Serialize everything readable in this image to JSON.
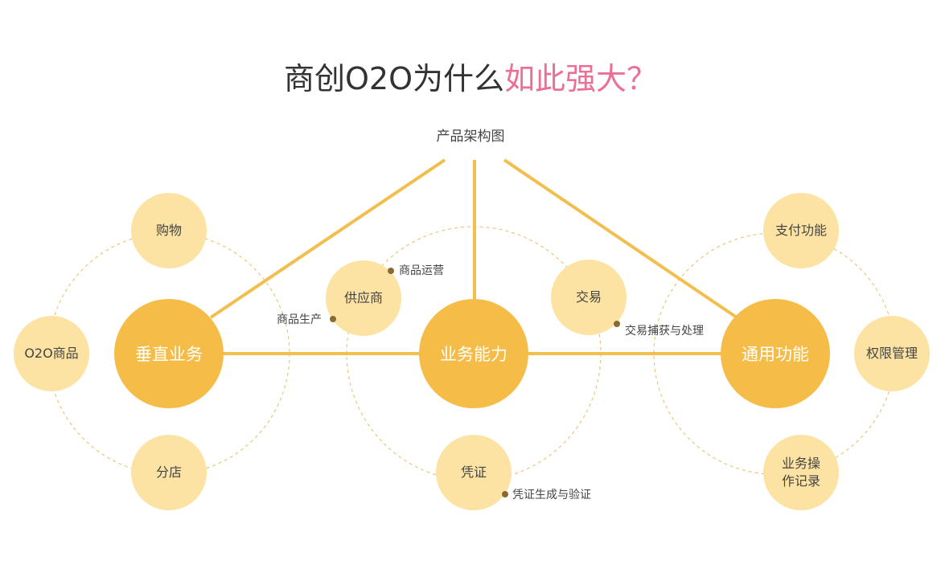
{
  "title": {
    "main": "商创O2O为什么",
    "accent": "如此强大？"
  },
  "subtitle": "产品架构图",
  "colors": {
    "accent_pink": "#ec6f95",
    "major_node": "#f5bc48",
    "minor_node": "#fde3a3",
    "connector": "#f2bf4e",
    "annotation_dot": "#8a6a33"
  },
  "major_nodes": {
    "vertical": "垂直业务",
    "capability": "业务能力",
    "general": "通用功能"
  },
  "minor_nodes": {
    "shopping": "购物",
    "o2o_goods": "O2O商品",
    "branch": "分店",
    "supplier": "供应商",
    "trade": "交易",
    "voucher": "凭证",
    "payment": "支付功能",
    "permission": "权限管理",
    "oplog_line1": "业务操",
    "oplog_line2": "作记录"
  },
  "annotations": {
    "goods_operation": "商品运营",
    "goods_production": "商品生产",
    "trade_capture": "交易捕获与处理",
    "voucher_verify": "凭证生成与验证"
  }
}
